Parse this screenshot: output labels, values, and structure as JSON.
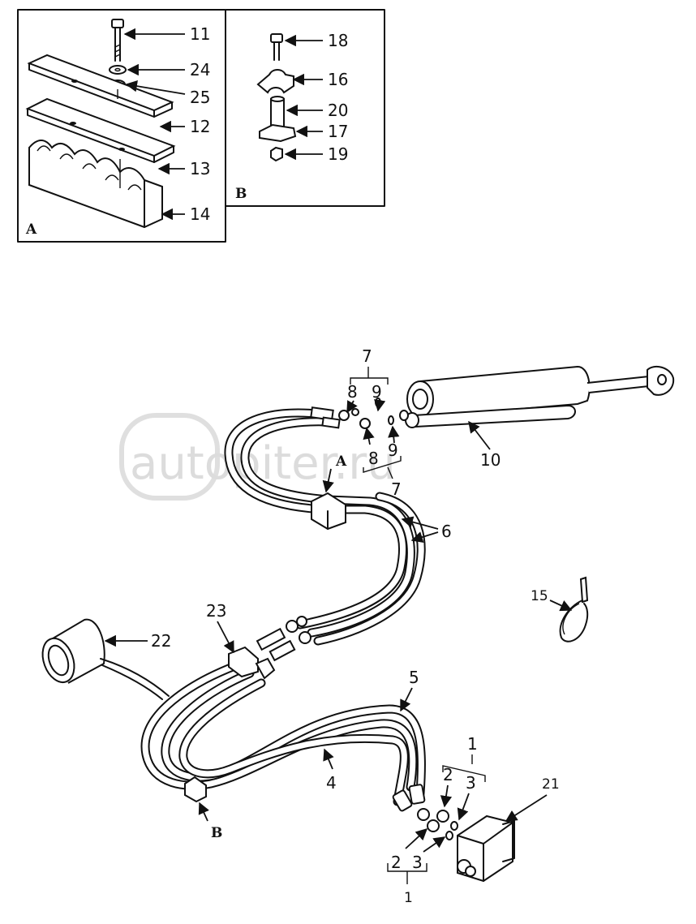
{
  "inset_a": {
    "letter": "A",
    "callouts": [
      "11",
      "24",
      "25",
      "12",
      "13",
      "14"
    ]
  },
  "inset_b": {
    "letter": "B",
    "callouts": [
      "18",
      "16",
      "20",
      "17",
      "19"
    ]
  },
  "main": {
    "group_7_top": {
      "num": "7",
      "sub_a": "8",
      "sub_b": "9"
    },
    "group_7_bottom": {
      "num": "7",
      "sub_a": "8",
      "sub_b": "9"
    },
    "label_10": "10",
    "clamp_a": "A",
    "label_6": "6",
    "label_15": "15",
    "label_23": "23",
    "label_22": "22",
    "label_5": "5",
    "label_4": "4",
    "clamp_b": "B",
    "group_1_top": {
      "num": "1",
      "sub_a": "2",
      "sub_b": "3"
    },
    "group_1_bottom": {
      "num": "1",
      "sub_a": "2",
      "sub_b": "3"
    },
    "label_21": "21"
  },
  "watermark": "autopiter.ru"
}
